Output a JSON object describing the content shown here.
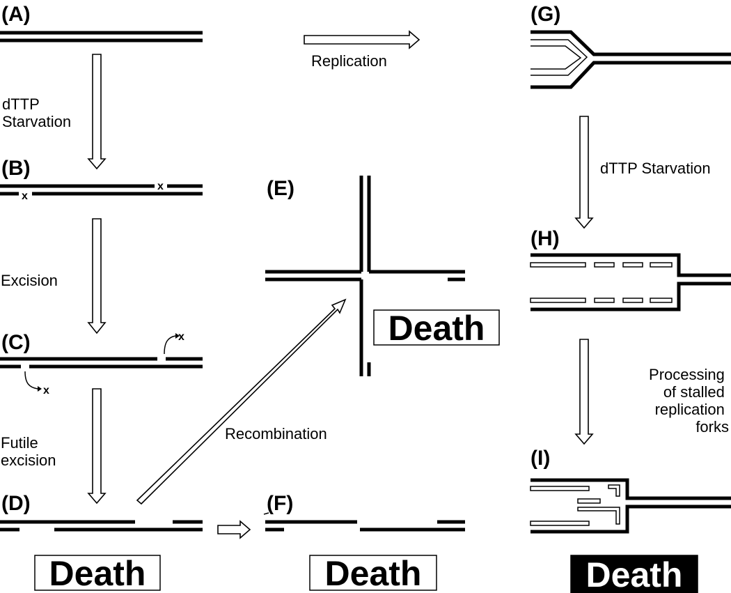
{
  "panels": {
    "A": "(A)",
    "B": "(B)",
    "C": "(C)",
    "D": "(D)",
    "E": "(E)",
    "F": "(F)",
    "G": "(G)",
    "H": "(H)",
    "I": "(I)"
  },
  "steps": {
    "replication": "Replication",
    "dttp_starvation_left": [
      "dTTP",
      "Starvation"
    ],
    "excision": "Excision",
    "futile_excision": [
      "Futile",
      "excision"
    ],
    "recombination": "Recombination",
    "dttp_starvation_right": "dTTP Starvation",
    "processing": [
      "Processing",
      "of stalled",
      "replication",
      "forks"
    ]
  },
  "lesion_mark": "x",
  "outcomes": {
    "death_e": "Death",
    "death_d": "Death",
    "death_f": "Death",
    "death_i": "Death"
  },
  "colors": {
    "ink": "#000000",
    "background": "#ffffff",
    "highlight_box": "#000000",
    "highlight_text": "#ffffff"
  }
}
